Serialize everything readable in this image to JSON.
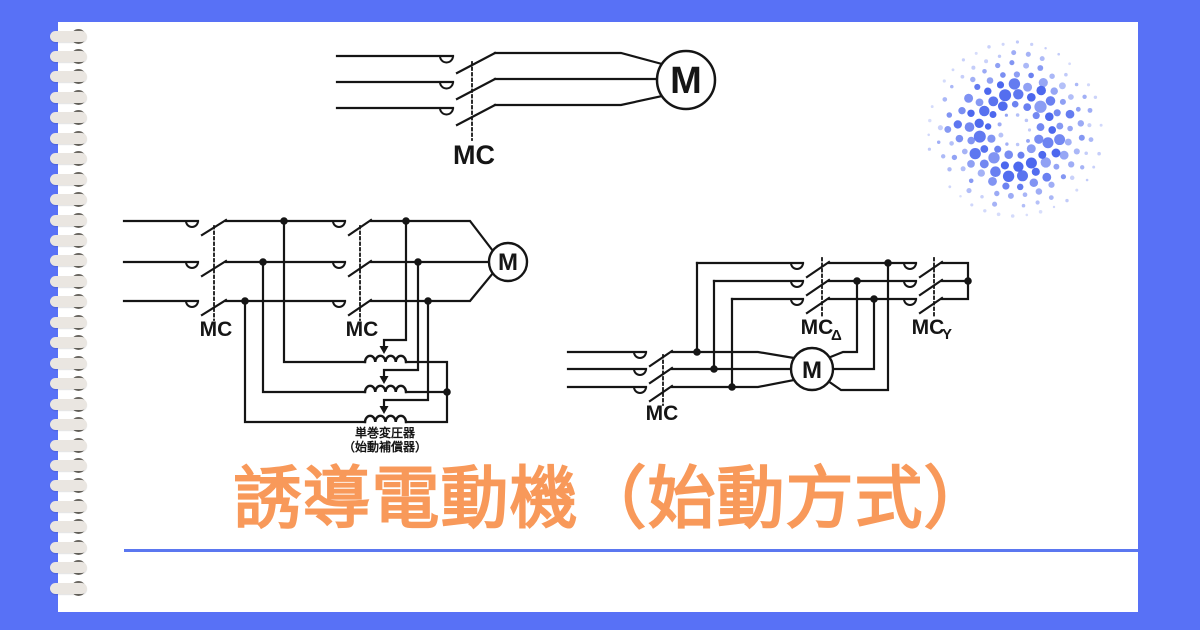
{
  "page": {
    "title": "誘導電動機（始動方式）"
  },
  "colors": {
    "frame_blue": "#5871F6",
    "accent_orange": "#F8995A",
    "divider_blue": "#5B77F0",
    "line_black": "#151515",
    "halftone_blue": "#4D68EE"
  },
  "diagrams": {
    "direct": {
      "contactor": "MC",
      "motor": "M"
    },
    "autotransformer": {
      "contactor_main": "MC",
      "contactor_start": "MC",
      "motor": "M",
      "transformer_name": "単巻変圧器",
      "transformer_note": "（始動補償器）"
    },
    "star_delta": {
      "contactor_main": "MC",
      "contactor_delta": "MC",
      "contactor_delta_sub": "Δ",
      "contactor_star": "MC",
      "contactor_star_sub": "Y",
      "motor": "M"
    }
  }
}
